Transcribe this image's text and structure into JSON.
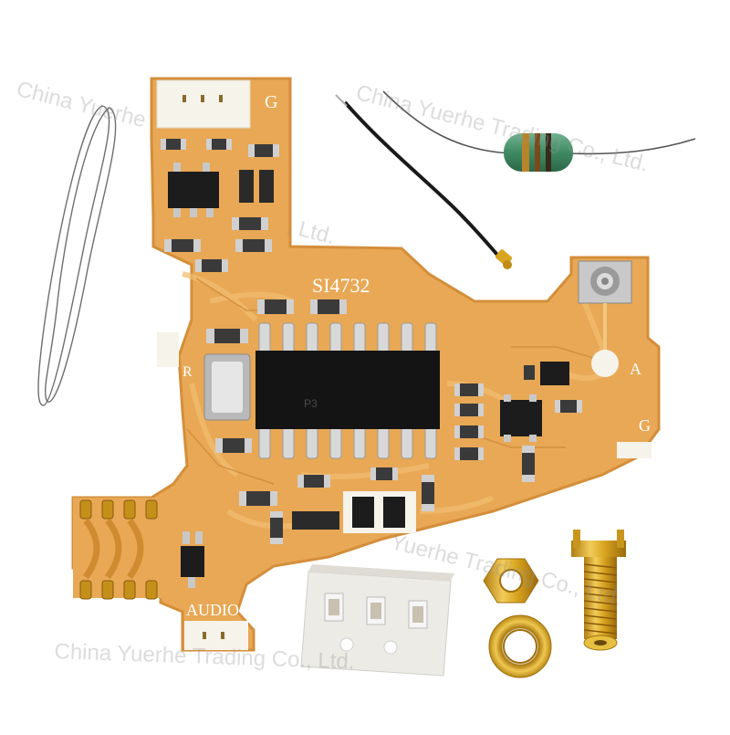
{
  "watermark": {
    "company": "China Yuerhe Trading Co., Ltd.",
    "fragment_top_left": "China Yuerhe",
    "fragment_ltd": ", Ltd.",
    "fragment_middle_right": "Yuerhe Trading Co., Ltd."
  },
  "board": {
    "chip_label": "SI4732",
    "chip_marking": "P3",
    "pad_g_top": "G",
    "pad_a": "A",
    "pad_g_right": "G",
    "pad_r": "R",
    "pad_audio": "AUDIO"
  },
  "colors": {
    "pcb": "#e8a855",
    "pcb_edge": "#d48e3a",
    "gold_part": "#d9a520",
    "watermark": "#969696"
  }
}
